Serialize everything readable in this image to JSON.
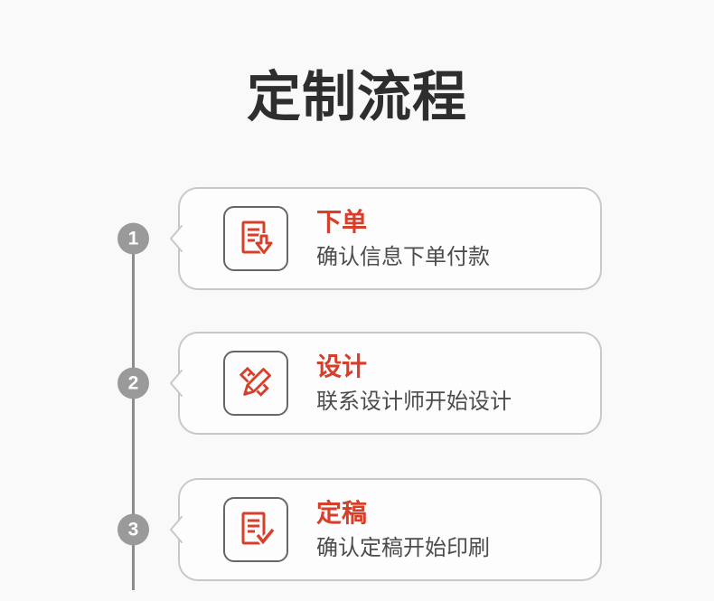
{
  "title": "定制流程",
  "colors": {
    "background": "#f9f9f9",
    "card_background": "#fdfdfd",
    "card_border": "#c8c8c8",
    "accent_red": "#d6402a",
    "step_circle_gray": "#9a9a9a",
    "timeline_line_gray": "#8c8c8c",
    "icon_box_border": "#666666",
    "title_text": "#2e2e2e",
    "desc_text": "#4c4c4c"
  },
  "steps": [
    {
      "number": "1",
      "title": "下单",
      "desc": "确认信息下单付款",
      "icon": "order-document-download-icon"
    },
    {
      "number": "2",
      "title": "设计",
      "desc": "联系设计师开始设计",
      "icon": "design-ruler-pencil-icon"
    },
    {
      "number": "3",
      "title": "定稿",
      "desc": "确认定稿开始印刷",
      "icon": "final-draft-check-icon"
    }
  ]
}
